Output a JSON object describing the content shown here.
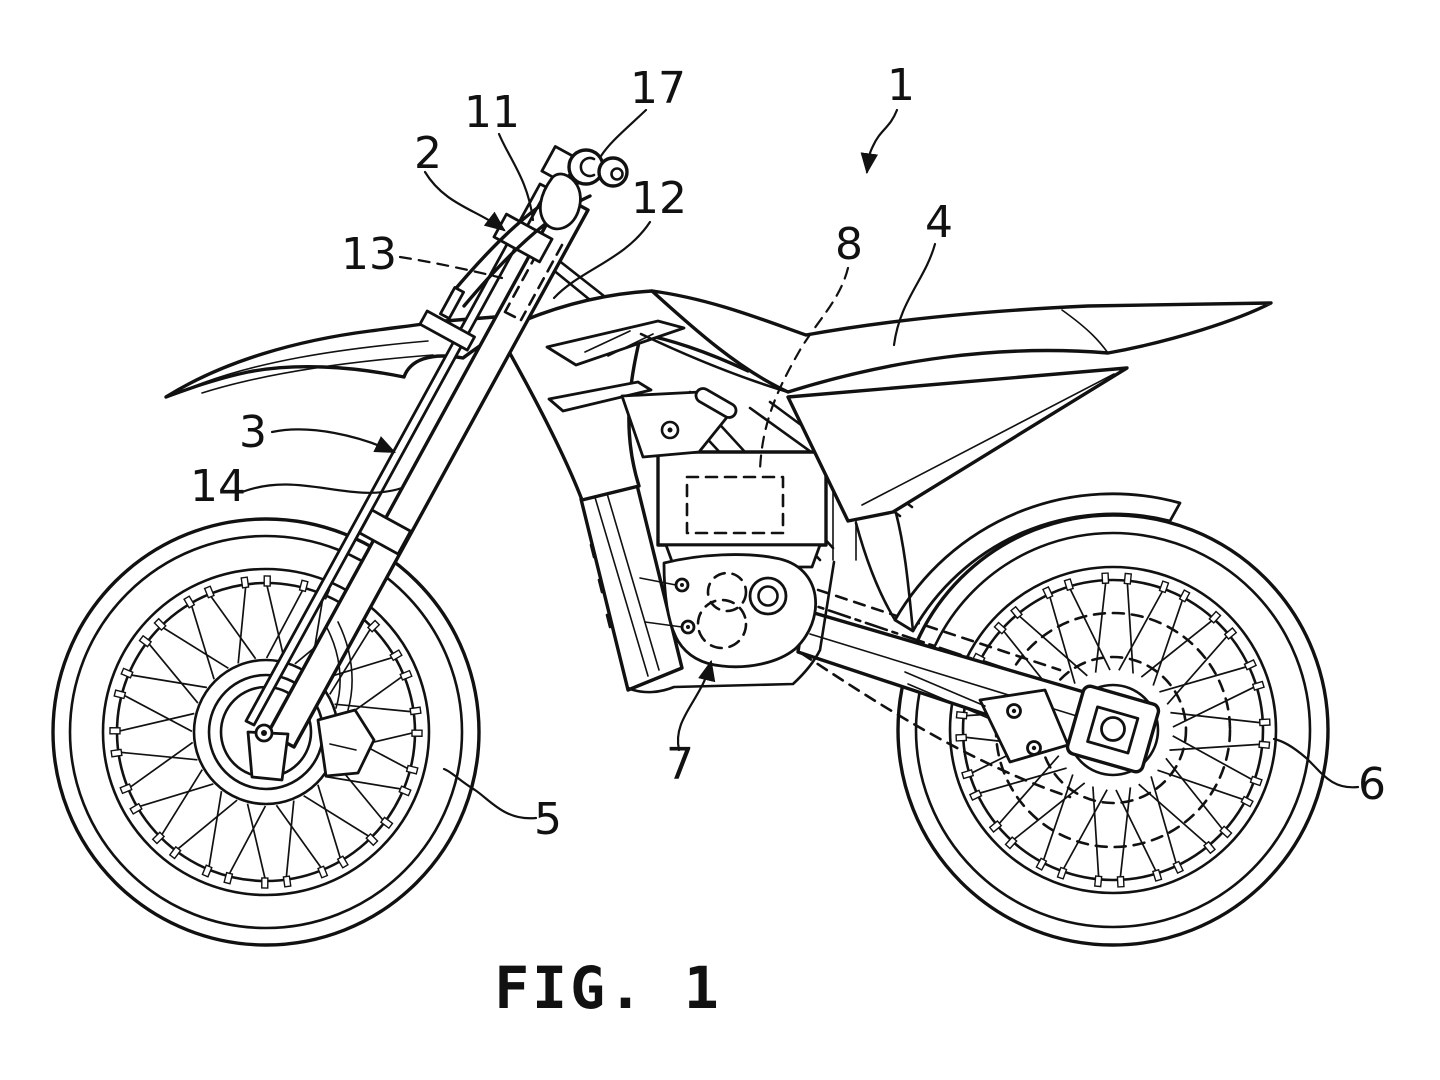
{
  "figure": {
    "caption": "FIG. 1",
    "labels": [
      "1",
      "2",
      "3",
      "4",
      "5",
      "6",
      "7",
      "8",
      "11",
      "12",
      "13",
      "14",
      "17"
    ]
  }
}
